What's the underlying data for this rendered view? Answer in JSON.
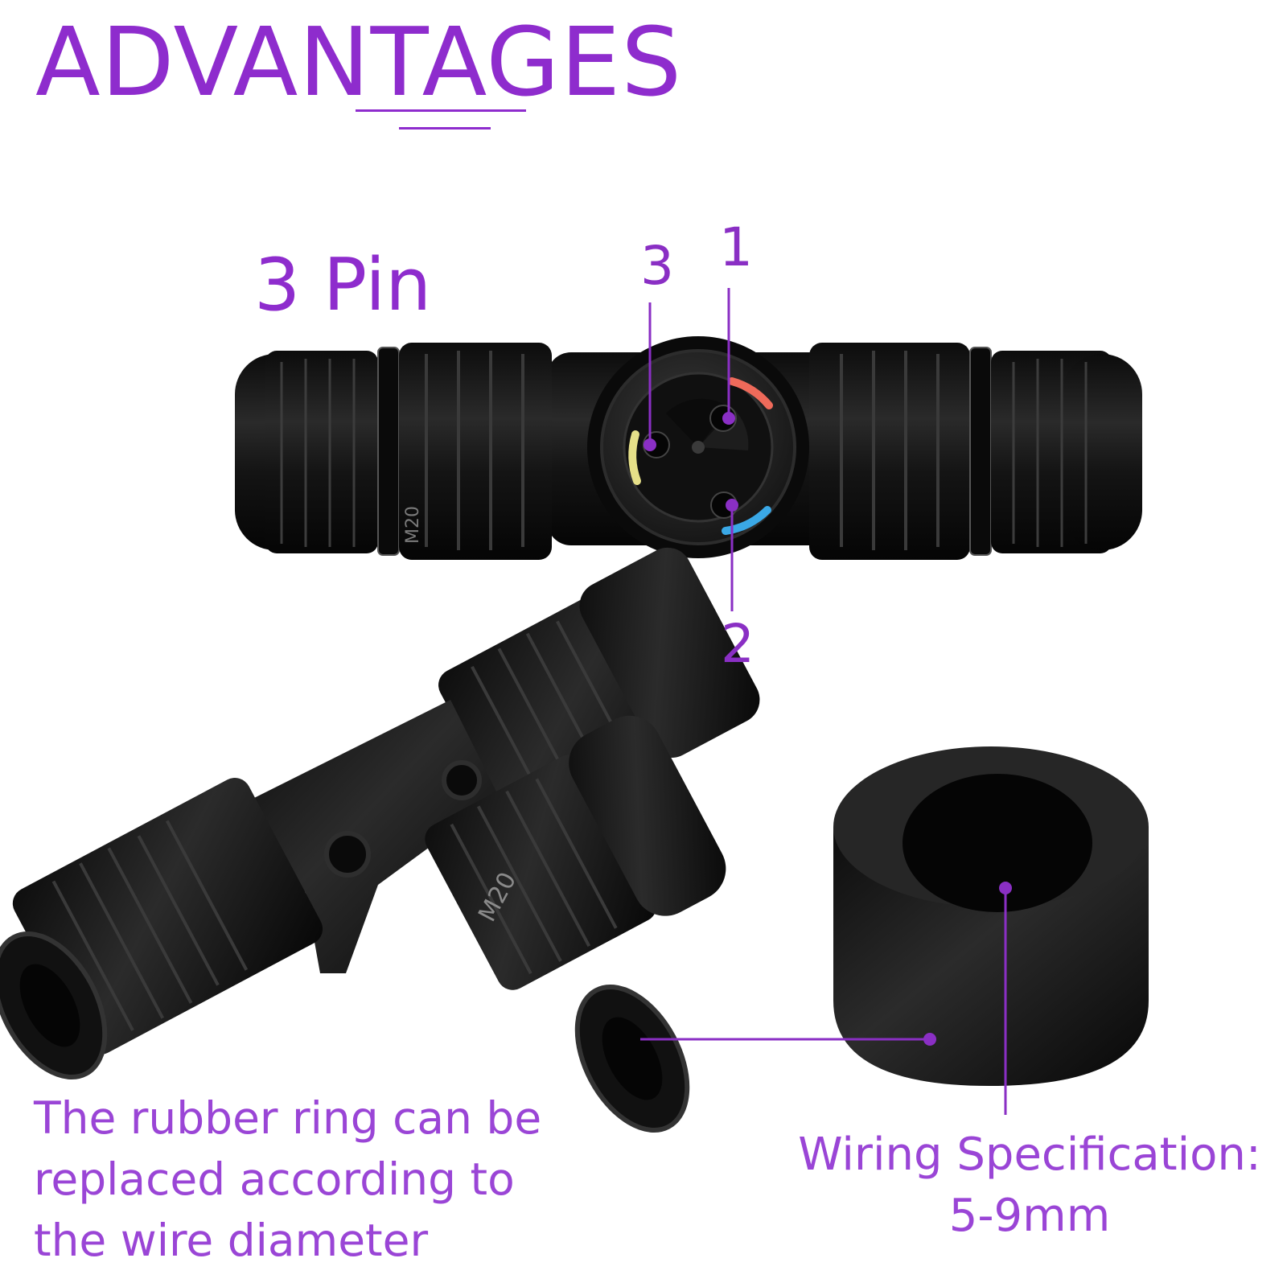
{
  "heading": "ADVANTAGES",
  "subheading": "3 Pin",
  "pins": {
    "pin1": "1",
    "pin2": "2",
    "pin3": "3"
  },
  "product_marking": "M20",
  "caption_left": "The rubber ring can be replaced according to the wire diameter",
  "caption_right": {
    "line1": "Wiring Specification:",
    "line2": "5-9mm"
  },
  "colors": {
    "accent": "#8e2ccd",
    "caption": "#9a45d6",
    "body": "#1c1c1c"
  }
}
